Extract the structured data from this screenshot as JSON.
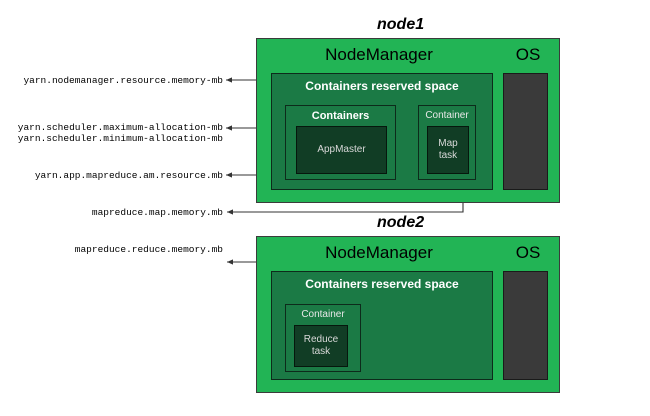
{
  "diagram": {
    "title_hidden": "",
    "colors": {
      "node_green": "#22b455",
      "reserved_green": "#1b7a45",
      "task_dark_green": "#113d25",
      "os_slab": "#3a3a3a",
      "border": "#3b3b3b",
      "connector": "#333333",
      "text_light": "#ffffff",
      "text_dark": "#000000"
    }
  },
  "nodes": [
    {
      "caption": "node1",
      "nodemanager_label": "NodeManager",
      "os_label": "OS",
      "reserved_label": "Containers reserved space",
      "groups": [
        {
          "label": "Containers",
          "tasks": [
            {
              "label": "AppMaster"
            }
          ]
        },
        {
          "label": "Container",
          "tasks": [
            {
              "label": "Map\ntask",
              "line1": "Map",
              "line2": "task"
            }
          ]
        }
      ]
    },
    {
      "caption": "node2",
      "nodemanager_label": "NodeManager",
      "os_label": "OS",
      "reserved_label": "Containers reserved space",
      "groups": [
        {
          "label": "Container",
          "tasks": [
            {
              "label": "Reduce\ntask",
              "line1": "Reduce",
              "line2": "task"
            }
          ]
        }
      ]
    }
  ],
  "properties": [
    {
      "id": "nm-resource-memory",
      "text": "yarn.nodemanager.resource.memory-mb"
    },
    {
      "id": "sched-max-allocation",
      "text": "yarn.scheduler.maximum-allocation-mb"
    },
    {
      "id": "sched-min-allocation",
      "text": "yarn.scheduler.minimum-allocation-mb"
    },
    {
      "id": "am-resource",
      "text": "yarn.app.mapreduce.am.resource.mb"
    },
    {
      "id": "map-memory",
      "text": "mapreduce.map.memory.mb"
    },
    {
      "id": "reduce-memory",
      "text": "mapreduce.reduce.memory.mb"
    }
  ]
}
